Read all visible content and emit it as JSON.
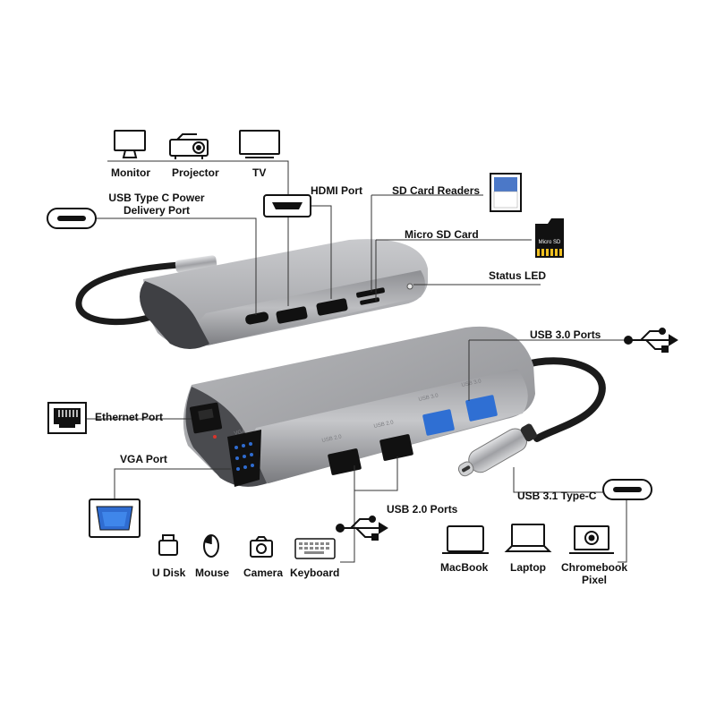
{
  "labels": {
    "monitor": "Monitor",
    "projector": "Projector",
    "tv": "TV",
    "hdmi_port": "HDMI Port",
    "sd_card_readers": "SD Card Readers",
    "micro_sd_card": "Micro SD Card",
    "usb_type_c_power_line1": "USB Type C Power",
    "usb_type_c_power_line2": "Delivery Port",
    "status_led": "Status LED",
    "usb_3_0_ports": "USB 3.0 Ports",
    "ethernet_port": "Ethernet Port",
    "vga_port": "VGA Port",
    "usb_2_0_ports": "USB 2.0 Ports",
    "usb_3_1_type_c": "USB 3.1 Type-C",
    "u_disk": "U Disk",
    "mouse": "Mouse",
    "camera": "Camera",
    "keyboard": "Keyboard",
    "macbook": "MacBook",
    "laptop": "Laptop",
    "chromebook_line1": "Chromebook",
    "chromebook_line2": "Pixel"
  },
  "device_markings": {
    "micro_sd_icon_text": "Micro SD",
    "port_usb20_a": "USB 2.0",
    "port_usb20_b": "USB 2.0",
    "port_usb30_a": "USB 3.0",
    "port_usb30_b": "USB 3.0",
    "port_vga": "VGA"
  },
  "colors": {
    "hub_body": "#a3a4a8",
    "hub_dark": "#4a4b4f",
    "port_black": "#111111",
    "usb3_blue": "#2f6fd3",
    "vga_blue": "#2f6cd1",
    "cable": "#1b1b1b"
  }
}
